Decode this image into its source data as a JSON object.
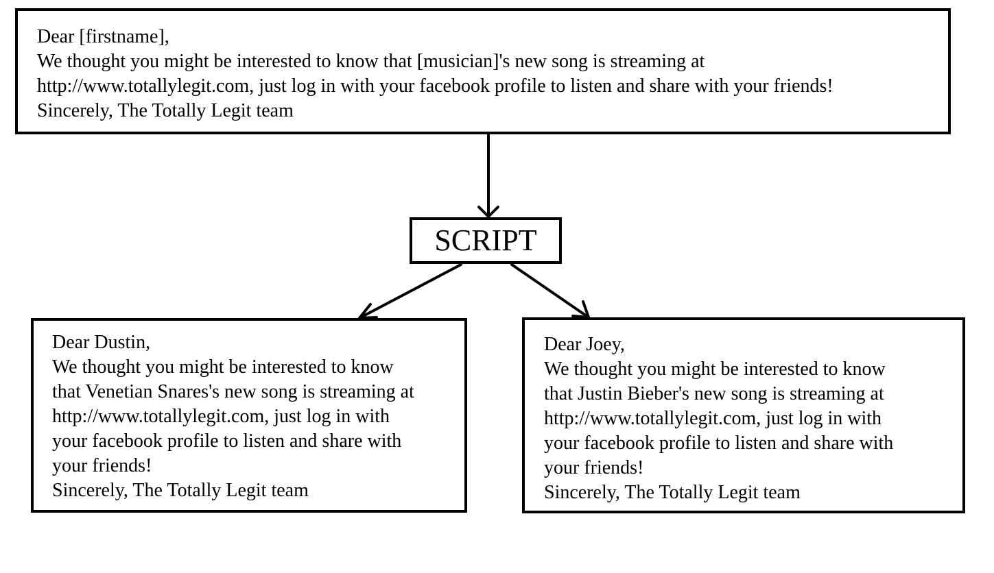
{
  "template": {
    "greeting": "Dear [firstname],",
    "body_lines": [
      "We thought you might be interested to know that [musician]'s new song is streaming at",
      "http://www.totallylegit.com, just log in with your facebook profile to listen and share with your friends!"
    ],
    "signoff": "Sincerely, The Totally Legit team"
  },
  "script": {
    "label": "SCRIPT"
  },
  "outputs": [
    {
      "greeting": "Dear Dustin,",
      "body_lines": [
        "We thought you might be interested to know",
        "that Venetian Snares's new song is streaming at",
        "http://www.totallylegit.com, just log in with",
        "your facebook profile to listen and share with",
        "your friends!"
      ],
      "signoff": "Sincerely, The Totally Legit team"
    },
    {
      "greeting": "Dear Joey,",
      "body_lines": [
        "We thought you might be interested to know",
        "that Justin Bieber's new song is streaming at",
        "http://www.totallylegit.com, just log in with",
        "your facebook profile to listen and share with",
        "your friends!"
      ],
      "signoff": "Sincerely, The Totally Legit team"
    }
  ]
}
